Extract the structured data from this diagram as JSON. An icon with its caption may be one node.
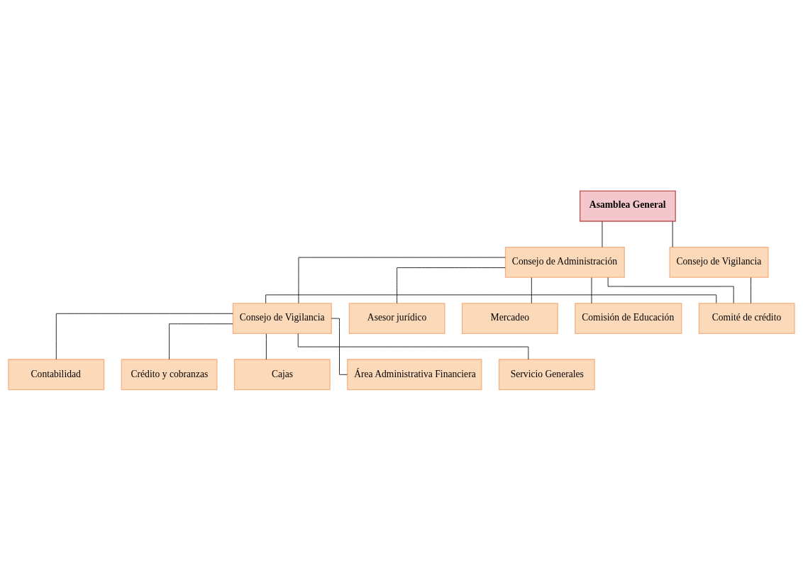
{
  "diagram": {
    "nodes": [
      {
        "text": [
          "Asamblea General"
        ]
      },
      {
        "text": [
          "Consejo de Administración"
        ]
      },
      {
        "text": [
          "Consejo de Vigilancia"
        ]
      },
      {
        "text": [
          "Asesor jurídico"
        ]
      },
      {
        "text": [
          "Consejo de Vigilancia"
        ]
      },
      {
        "text": [
          "Comité de crédito"
        ]
      },
      {
        "text": [
          "Mercadeo"
        ]
      },
      {
        "text": [
          "Comisión de Educación"
        ]
      },
      {
        "text": [
          "Contabilidad"
        ]
      },
      {
        "text": [
          "Crédito y cobranzas"
        ]
      },
      {
        "text": [
          "Cajas"
        ]
      },
      {
        "text": [
          "Área Administrativa Financiera"
        ]
      },
      {
        "text": [
          "Servicio Generales"
        ]
      }
    ],
    "edges": [
      {
        "from": 0,
        "to": 1,
        "arrow": "none"
      },
      {
        "from": 0,
        "to": 2,
        "arrow": "none"
      },
      {
        "from": 1,
        "to": 3,
        "arrow": "none"
      },
      {
        "from": 1,
        "to": 4,
        "arrow": "none"
      },
      {
        "from": 1,
        "to": 6,
        "arrow": "none"
      },
      {
        "from": 1,
        "to": 5,
        "arrow": "none"
      },
      {
        "from": 1,
        "to": 7,
        "arrow": "none"
      },
      {
        "from": 4,
        "to": 5,
        "arrow": "none"
      },
      {
        "from": 2,
        "to": 5,
        "arrow": "none"
      },
      {
        "from": 4,
        "to": 8,
        "arrow": "none"
      },
      {
        "from": 4,
        "to": 9,
        "arrow": "none"
      },
      {
        "from": 4,
        "to": 10,
        "arrow": "none"
      },
      {
        "from": 4,
        "to": 11,
        "arrow": "none"
      },
      {
        "from": 4,
        "to": 12,
        "arrow": "none"
      }
    ]
  }
}
